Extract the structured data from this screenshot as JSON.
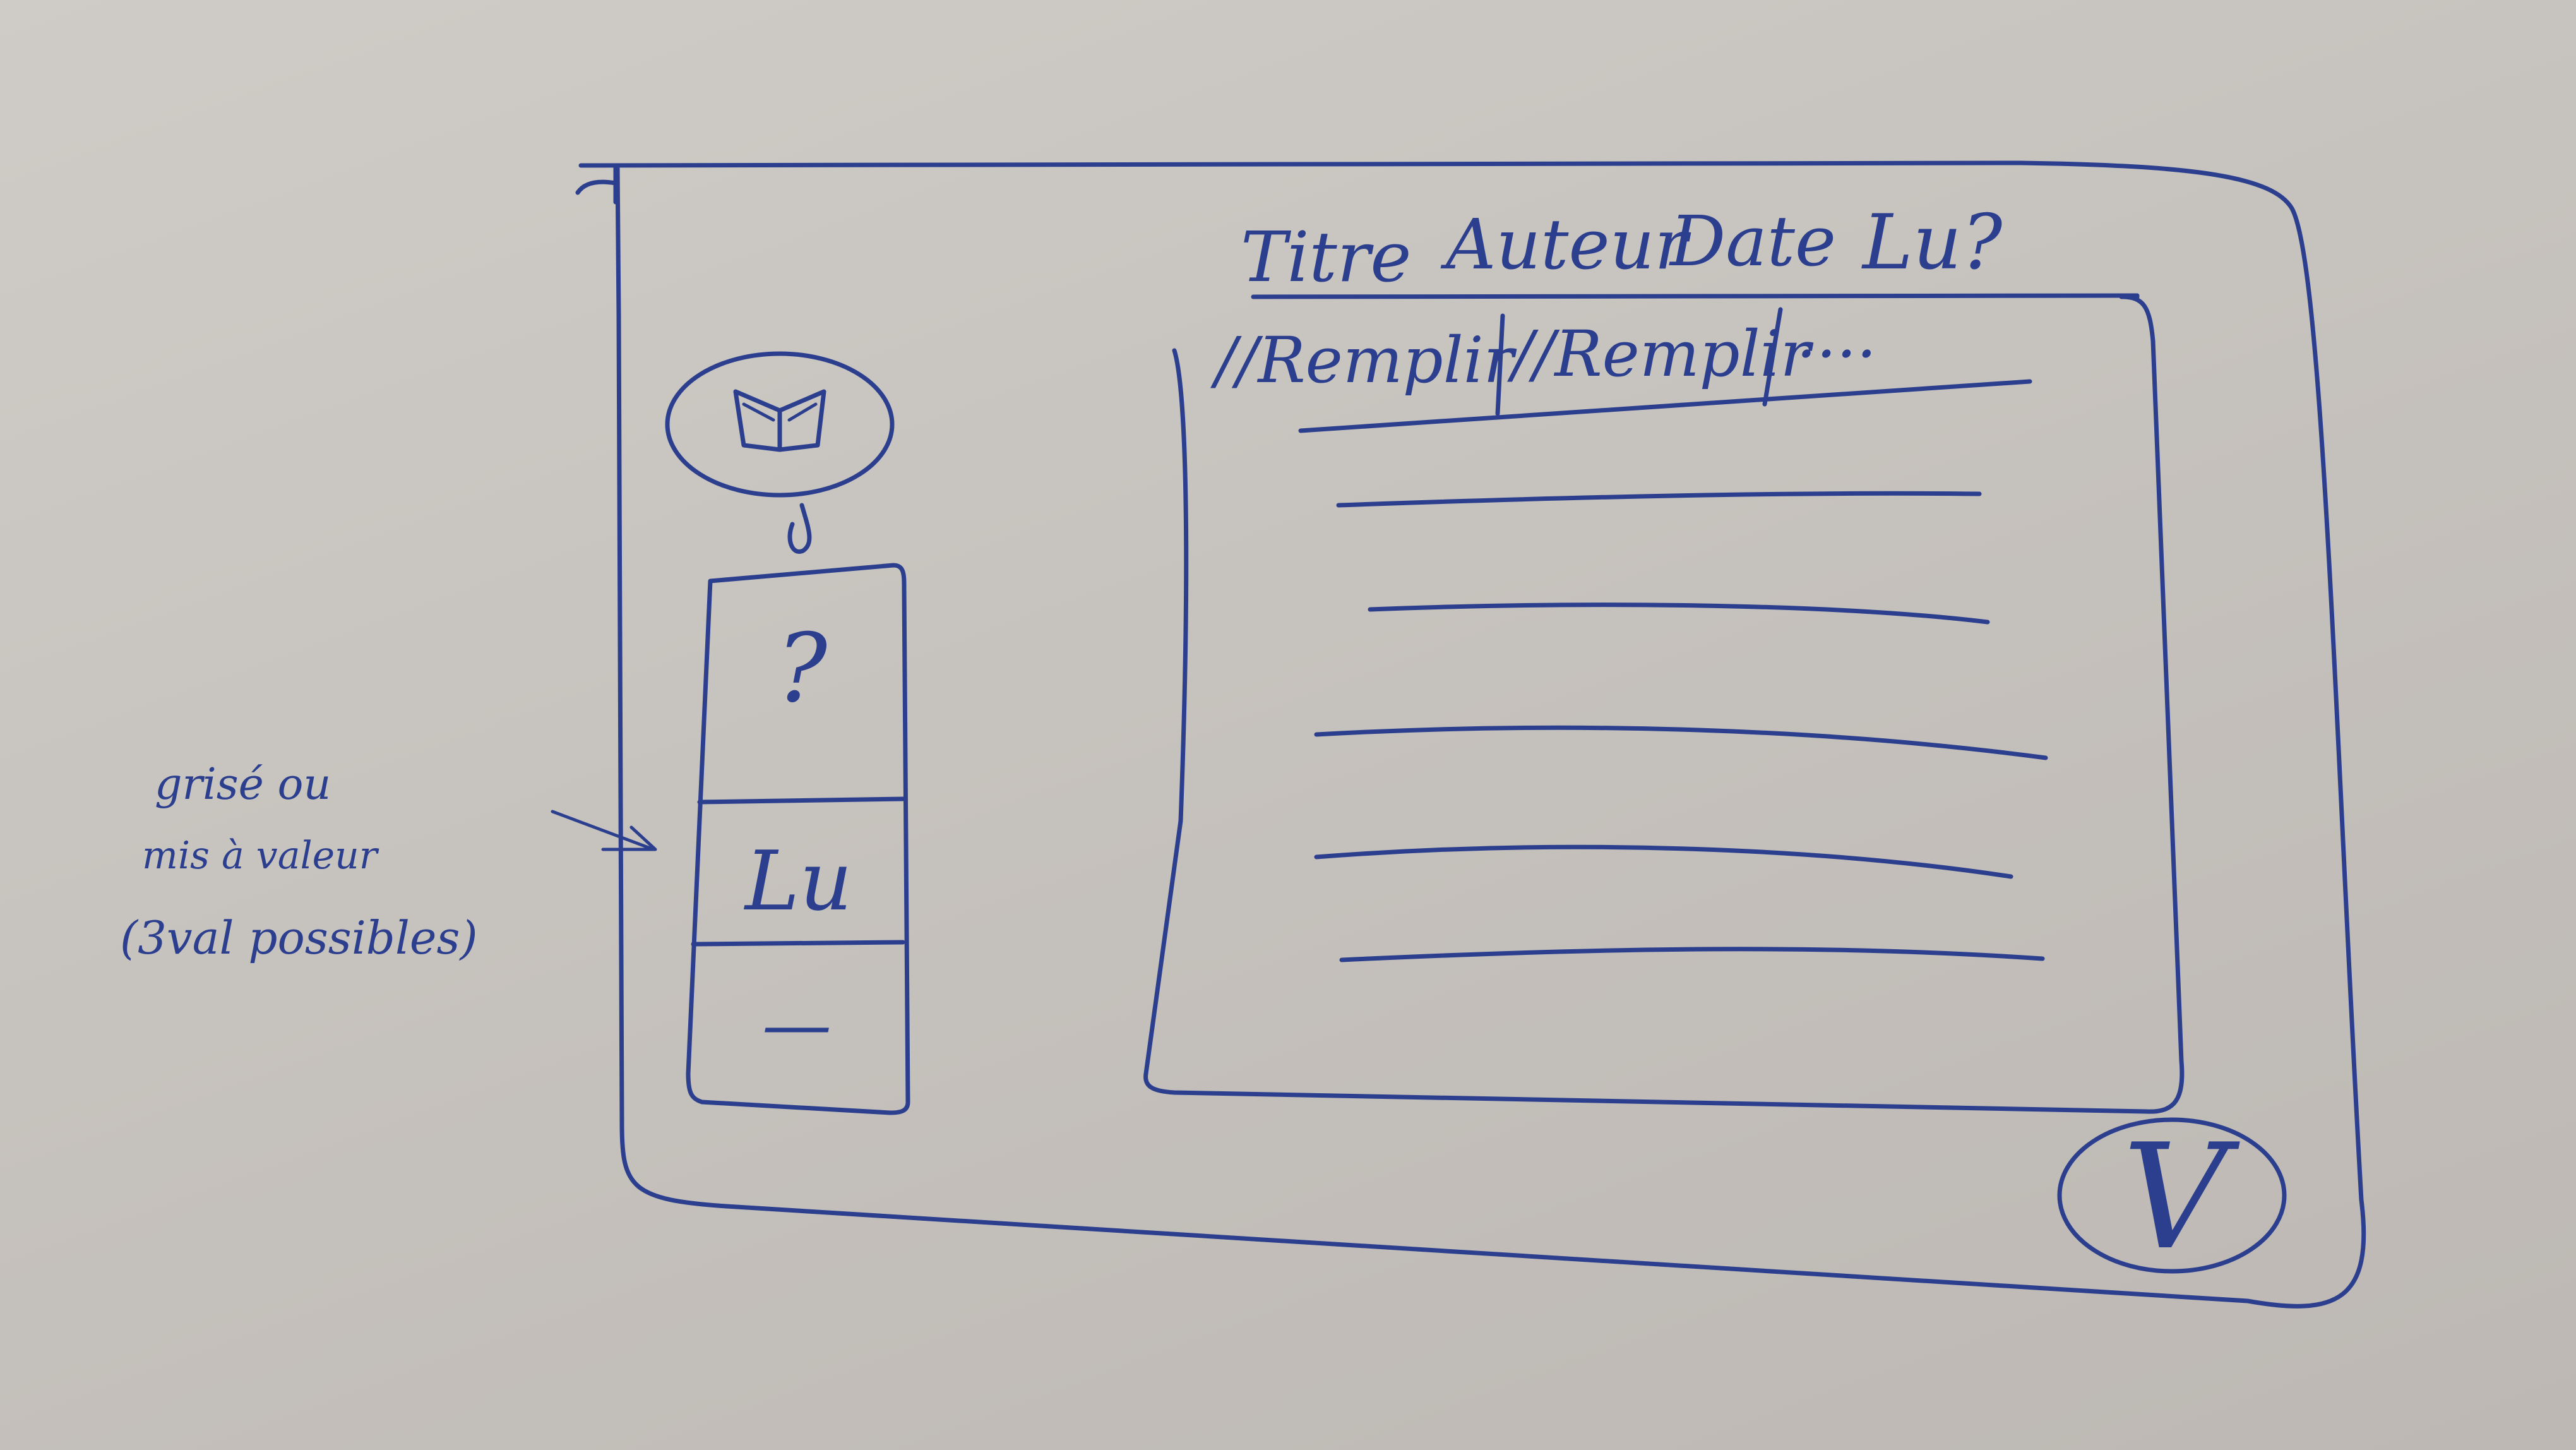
{
  "header_labels": [
    "Titre",
    "Auteur",
    "Date",
    "Lu?"
  ],
  "filter_inputs": [
    "//Remplir",
    "//Remplir",
    "...."
  ],
  "read_state_options": [
    "?",
    "Lu",
    "—"
  ],
  "side_note": [
    "grisé ou",
    "mis à valeur",
    "(3val possibles)"
  ],
  "confirm_symbol": "V",
  "icons": {
    "book": "book-icon",
    "arrow_down": "arrow-down-icon",
    "annotation_arrow": "annotation-arrow-icon",
    "checkmark": "checkmark-icon"
  },
  "colors": {
    "ink": "#2c3f8e",
    "board": "#c9c5c0"
  }
}
